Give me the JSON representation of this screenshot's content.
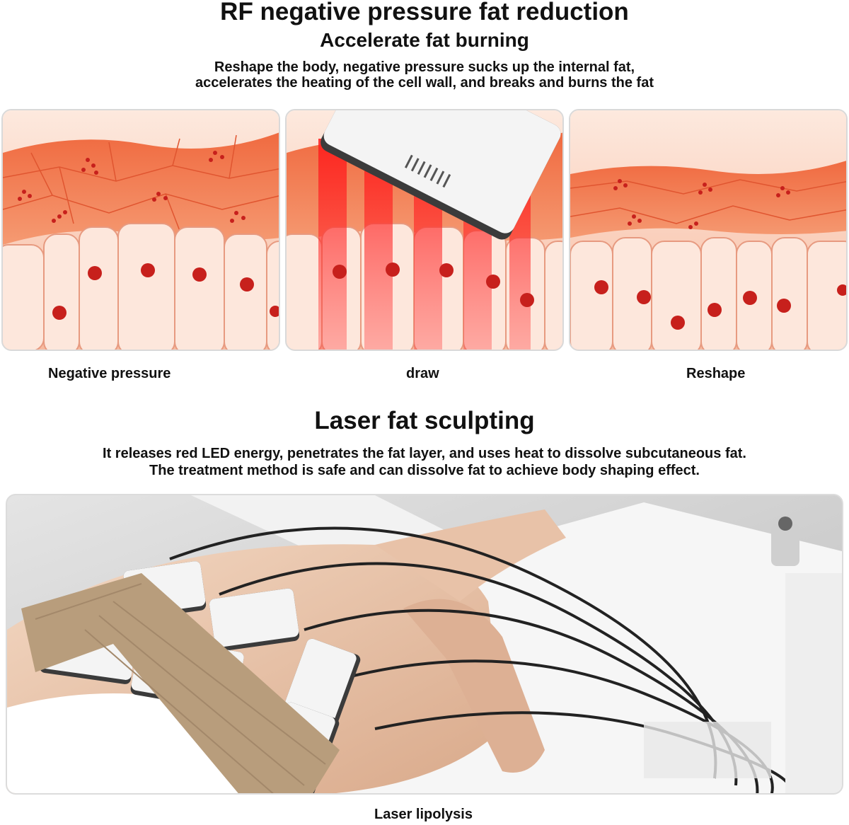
{
  "section1": {
    "title": "RF negative pressure fat reduction",
    "subtitle": "Accelerate fat burning",
    "description_line1": "Reshape the body, negative pressure sucks up the internal fat,",
    "description_line2": "accelerates the heating of the cell wall, and breaks and burns the fat",
    "panels": [
      {
        "caption": "Negative pressure"
      },
      {
        "caption": "draw"
      },
      {
        "caption": "Reshape"
      }
    ]
  },
  "section2": {
    "title": "Laser fat sculpting",
    "description_line1": "It releases red LED energy, penetrates the fat layer, and uses heat to dissolve subcutaneous fat.",
    "description_line2": "The treatment method is safe and can dissolve fat to achieve body shaping effect.",
    "photo_caption": "Laser lipolysis"
  },
  "colors": {
    "skin_top": "#fbe3d6",
    "fat_layer": "#f07a52",
    "cell_fill": "#fde7dc",
    "nucleus": "#c7201c",
    "red_light": "#ff1a1a",
    "device_white": "#f4f4f4",
    "device_border": "#3b3b3b",
    "strap": "#b89d7c"
  }
}
